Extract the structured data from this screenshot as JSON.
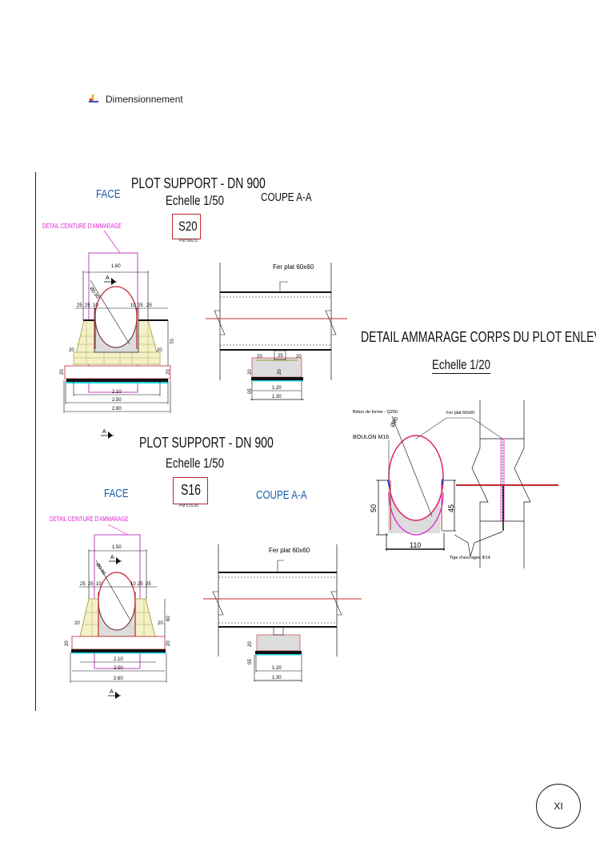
{
  "section": {
    "icon": "bookmark-icon",
    "title": "Dimensionnement"
  },
  "drawing_top": {
    "title": "PLOT SUPPORT - DN 900",
    "scale": "Echelle 1/50",
    "face_label": "FACE",
    "coupe_label": "COUPE A-A",
    "detail_label": "DETAIL CEINTURE D'AMMARAGE",
    "support_id": "S20",
    "pk": "PM 596,57",
    "fer_plat": "Fer plat 60x60",
    "dims": {
      "width_top": "1.60",
      "diameter": "Ø0.90",
      "d25a": "25",
      "d25b": "25",
      "d10a": "10",
      "d10b": "10",
      "d25c": "25",
      "d25d": "25",
      "d20a": "20",
      "d20b": "20",
      "height_right": "70",
      "base_left": "20",
      "base_right": "20",
      "w210": "2.10",
      "w250": "2.50",
      "w260": "2.60",
      "c20a": "20",
      "c25": "25",
      "c20b": "20",
      "c_h20": "20",
      "c_h20b": "20",
      "c_h05": "05",
      "c120": "1.20",
      "c130": "1.30",
      "section_mark": "A"
    }
  },
  "drawing_bottom": {
    "title": "PLOT SUPPORT - DN 900",
    "scale": "Echelle 1/50",
    "face_label": "FACE",
    "coupe_label": "COUPE A-A",
    "detail_label": "DETAIL CEINTURE D'AMMARAGE",
    "support_id": "S16",
    "pk": "PM 515,00",
    "fer_plat": "Fer plat 60x60",
    "dims": {
      "width_top": "1.50",
      "diameter": "Ø0.90",
      "d25a": "25",
      "d25b": "25",
      "d10a": "10",
      "d10b": "10",
      "d25c": "25",
      "d25d": "25",
      "d20a": "20",
      "d20b": "20",
      "height_right": "60",
      "base_left": "20",
      "base_right": "20",
      "w210": "2.10",
      "w250": "2.50",
      "w260": "2.60",
      "c_h20": "20",
      "c_h05": "05",
      "c120": "1.20",
      "c130": "1.30",
      "section_mark": "A"
    }
  },
  "detail": {
    "title": "DETAIL AMMARAGE CORPS DU PLOT ENLEVE",
    "scale": "Echelle 1/20",
    "beton": "Béton de forme - Q250",
    "boulon": "BOULON M16",
    "fer_plat": "Fer plat 60x60",
    "diameter": "Ø90",
    "dim_left": "50",
    "dim_right": "45",
    "dim_bottom": "110",
    "tige": "Tige d'ancrages  Φ14"
  },
  "page": {
    "number": "XI"
  },
  "colors": {
    "red": "#c0262e",
    "magenta": "#e020d0",
    "blue": "#1b5fa8",
    "cyan": "#22d3e0",
    "olive": "#9a9a30"
  }
}
